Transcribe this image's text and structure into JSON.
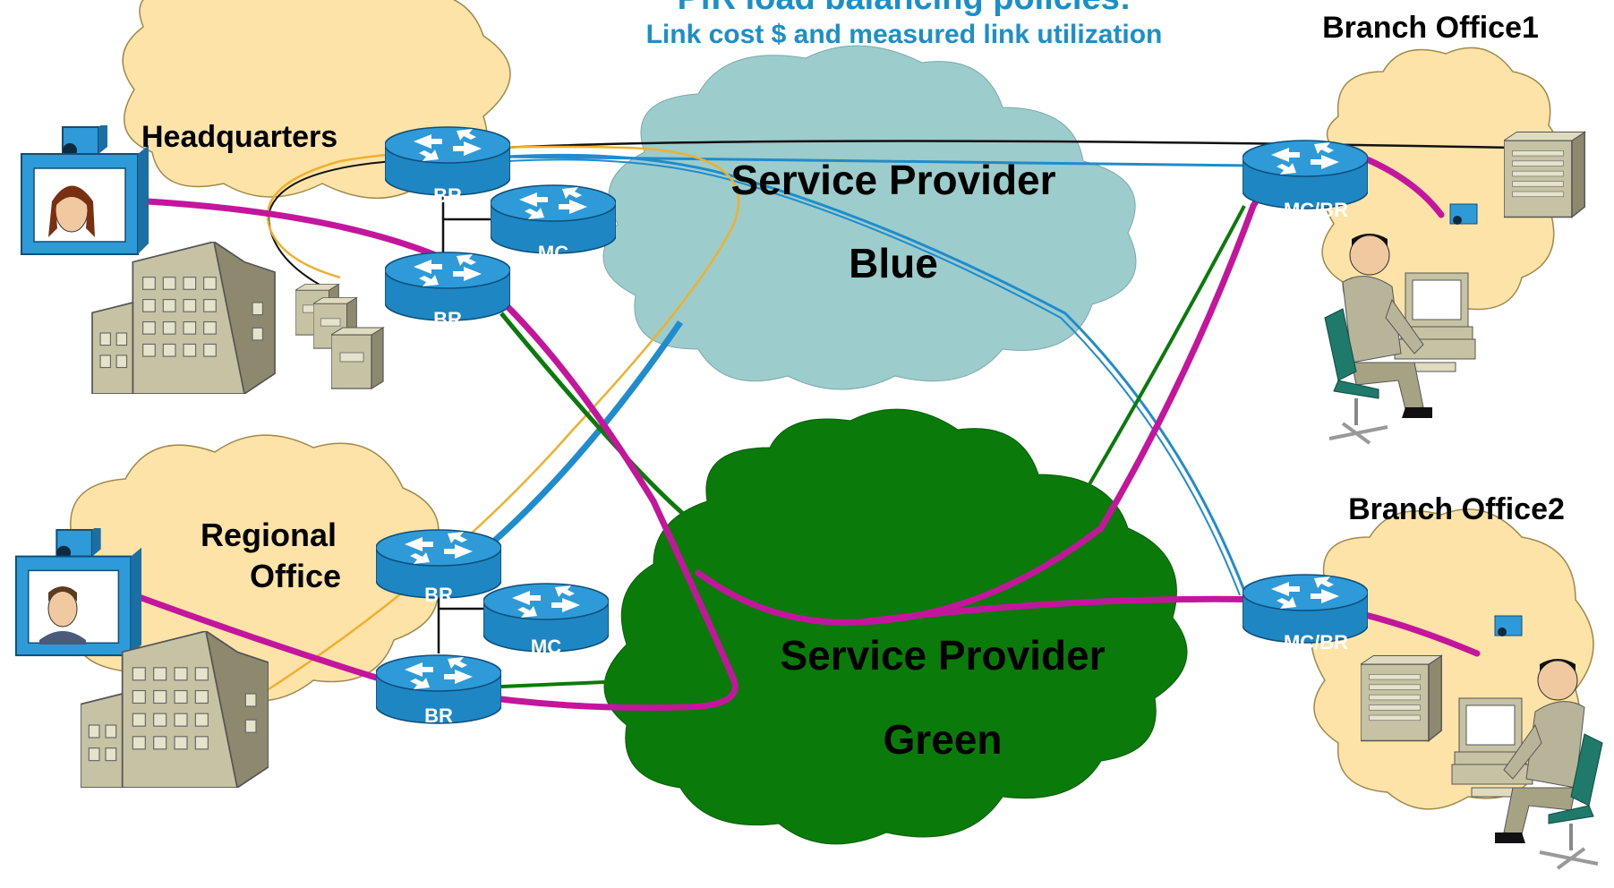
{
  "header": {
    "title_partial": "PfR load balancing policies:",
    "subtitle": "Link cost $ and measured link utilization"
  },
  "sites": {
    "headquarters": "Headquarters",
    "regional_line1": "Regional",
    "regional_line2": "Office",
    "branch1": "Branch Office1",
    "branch2": "Branch Office2"
  },
  "providers": {
    "blue_line1": "Service Provider",
    "blue_line2": "Blue",
    "green_line1": "Service Provider",
    "green_line2": "Green"
  },
  "routers": {
    "hq_br_top": "BR",
    "hq_mc": "MC",
    "hq_br_bottom": "BR",
    "reg_br_top": "BR",
    "reg_mc": "MC",
    "reg_br_bottom": "BR",
    "branch1_mcbr": "MC/BR",
    "branch2_mcbr": "MC/BR"
  },
  "colors": {
    "title": "#1a8fc9",
    "site_cloud": "#fde3a7",
    "blue_cloud": "#9ccccc",
    "green_cloud": "#0a7a0a",
    "path_magenta": "#c4169c",
    "path_blue": "#1f8ccd",
    "path_green": "#0a7a0a",
    "path_orange": "#efb02e",
    "router_body": "#1f86c4"
  }
}
